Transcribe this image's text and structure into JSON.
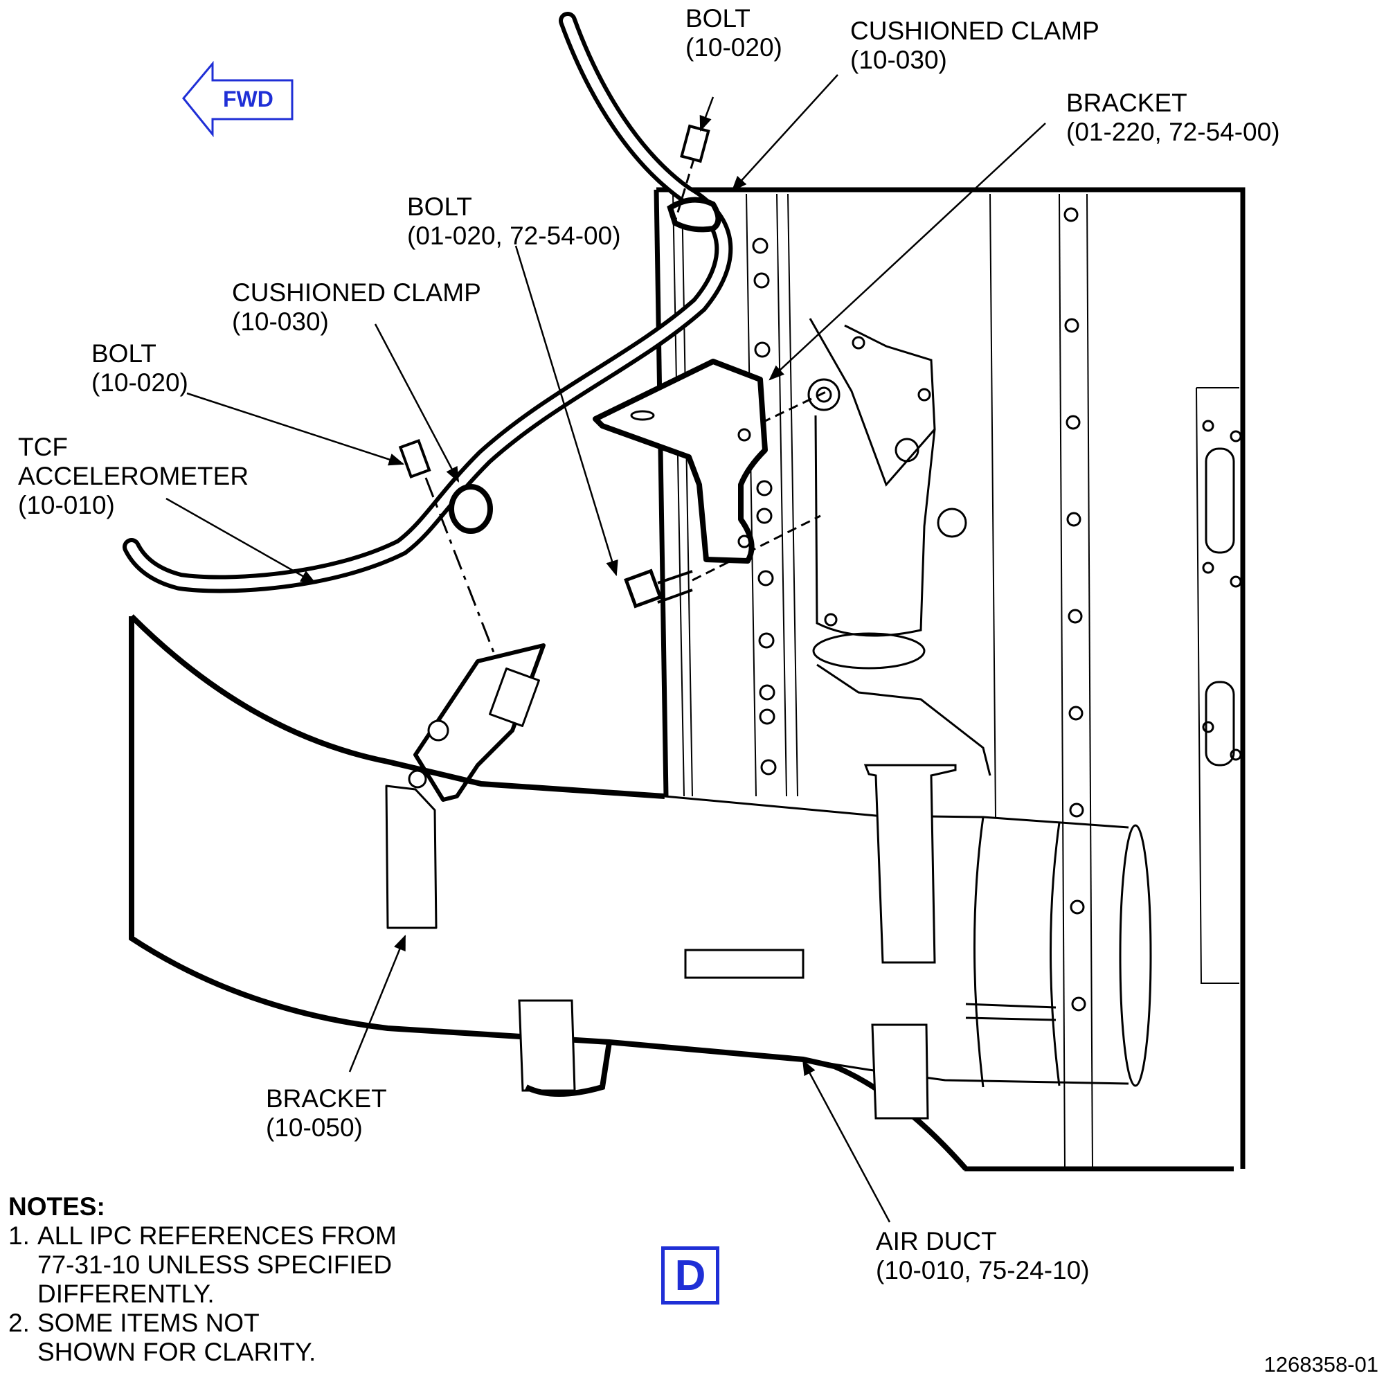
{
  "fwd_label": "FWD",
  "view_label": "D",
  "figure_id": "1268358-01",
  "callouts": {
    "bolt_top": [
      "BOLT",
      "(10-020)"
    ],
    "clamp_top": [
      "CUSHIONED CLAMP",
      "(10-030)"
    ],
    "bracket_upper": [
      "BRACKET",
      "(01-220, 72-54-00)"
    ],
    "bolt_mid": [
      "BOLT",
      "(01-020, 72-54-00)"
    ],
    "clamp_left": [
      "CUSHIONED CLAMP",
      "(10-030)"
    ],
    "bolt_left": [
      "BOLT",
      "(10-020)"
    ],
    "accelerometer": [
      "TCF",
      "ACCELEROMETER",
      "(10-010)"
    ],
    "bracket_lower": [
      "BRACKET",
      "(10-050)"
    ],
    "air_duct": [
      "AIR DUCT",
      "(10-010, 75-24-10)"
    ]
  },
  "notes": {
    "heading": "NOTES:",
    "items": [
      {
        "num": "1.",
        "lines": [
          "ALL IPC REFERENCES FROM",
          "77-31-10 UNLESS SPECIFIED",
          "DIFFERENTLY."
        ]
      },
      {
        "num": "2.",
        "lines": [
          "SOME ITEMS NOT",
          "SHOWN FOR CLARITY."
        ]
      }
    ]
  },
  "colors": {
    "accent": "#1f2fd6",
    "line": "#000000"
  }
}
